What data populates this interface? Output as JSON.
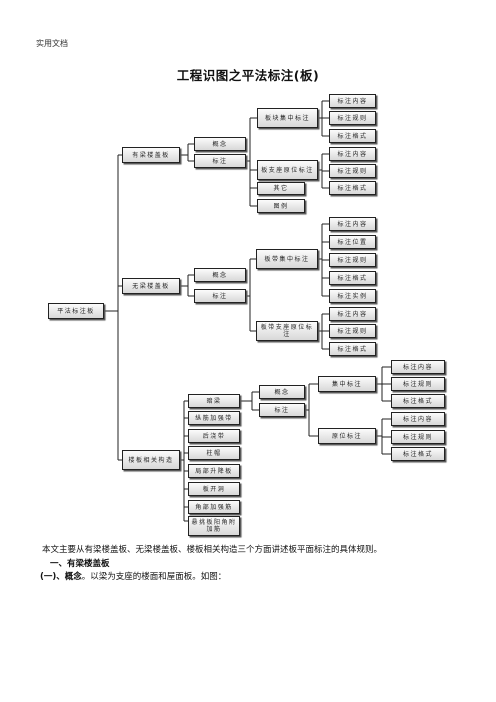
{
  "header": {
    "label": "实用文档"
  },
  "title": "工程识图之平法标注(板)",
  "diagram": {
    "root": "平法标注板",
    "l1": [
      "有梁楼盖板",
      "无梁楼盖板",
      "楼板相关构造"
    ],
    "youliang": {
      "concept": "概念",
      "annotation": "标注",
      "jizhong": "板块集中标注",
      "zhizuo": "板支座原位标注",
      "qita": "其它",
      "tuli": "图例",
      "jz_items": [
        "标注内容",
        "标注规则",
        "标注格式"
      ],
      "zz_items": [
        "标注内容",
        "标注规则",
        "标注格式"
      ]
    },
    "wuliang": {
      "concept": "概念",
      "annotation": "标注",
      "jizhong": "板带集中标注",
      "zhizuo": "板带支座原位标注",
      "jz_items": [
        "标注内容",
        "标注位置",
        "标注规则",
        "标注格式",
        "标注实例"
      ],
      "zz_items": [
        "标注内容",
        "标注规则",
        "标注格式"
      ]
    },
    "xiangguan": {
      "items": [
        "暗梁",
        "纵筋加强带",
        "后浇带",
        "柱帽",
        "局部升降板",
        "板开洞",
        "角部加强筋",
        "悬挑板阳角附加筋"
      ],
      "concept": "概念",
      "annotation": "标注",
      "jizhong": "集中标注",
      "yuanwei": "原位标注",
      "jz_items": [
        "标注内容",
        "标注规则",
        "标注格式"
      ],
      "yw_items": [
        "标注内容",
        "标注规则",
        "标注格式"
      ]
    }
  },
  "body": {
    "intro": "本文主要从有梁楼盖板、无梁楼盖板、楼板相关构造三个方面讲述板平面标注的具体规则。",
    "section1": "一、有梁楼盖板",
    "sub1_head": "(一)、概念",
    "sub1_text": "。以梁为支座的楼面和屋面板。如图："
  }
}
